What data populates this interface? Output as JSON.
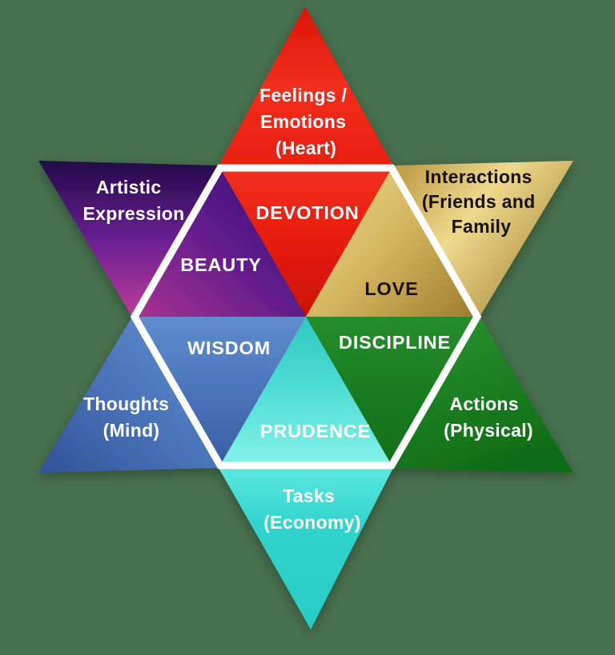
{
  "background_color": "#47704e",
  "hexagon_border_color": "#ffffff",
  "outer_triangles": [
    {
      "id": "feelings",
      "lines": [
        "Feelings /",
        "Emotions",
        "(Heart)"
      ],
      "text_color": "#ffffff",
      "gradient": {
        "start": "#da1608",
        "mid": "#f22e1c",
        "end": "#e91f10"
      }
    },
    {
      "id": "artistic-expression",
      "lines": [
        "Artistic",
        "Expression"
      ],
      "text_color": "#ffffff",
      "gradient": {
        "start": "#230949",
        "mid": "#6b2094",
        "end": "#bd3d97"
      }
    },
    {
      "id": "interactions",
      "lines": [
        "Interactions",
        "(Friends and",
        "Family"
      ],
      "text_color": "#171107",
      "gradient": {
        "start": "#c2a04a",
        "mid": "#eed98c",
        "end": "#a07e30"
      }
    },
    {
      "id": "thoughts",
      "lines": [
        "Thoughts",
        "(Mind)"
      ],
      "text_color": "#ffffff",
      "gradient": {
        "start": "#6492d3",
        "mid": "#4a74ba",
        "end": "#31539a"
      }
    },
    {
      "id": "actions",
      "lines": [
        "Actions",
        "(Physical)"
      ],
      "text_color": "#ffffff",
      "gradient": {
        "start": "#2da234",
        "mid": "#1f8b26",
        "end": "#127517"
      }
    },
    {
      "id": "tasks",
      "lines": [
        "Tasks",
        "(Economy)"
      ],
      "text_color": "#ffffff",
      "gradient": {
        "start": "#5be8de",
        "mid": "#30d4cd",
        "end": "#29cbc5"
      }
    }
  ],
  "inner_triangles": [
    {
      "id": "devotion",
      "label": "DEVOTION",
      "text_color": "#ffffff",
      "gradient": {
        "start": "#f3301e",
        "mid": "#e81d0e",
        "end": "#cc1004"
      }
    },
    {
      "id": "beauty",
      "label": "BEAUTY",
      "text_color": "#ffffff",
      "gradient": {
        "start": "#a93391",
        "mid": "#5a1a8a",
        "end": "#3a1173"
      }
    },
    {
      "id": "love",
      "label": "LOVE",
      "text_color": "#171107",
      "gradient": {
        "start": "#ecd88a",
        "mid": "#d3b55e",
        "end": "#a28030"
      }
    },
    {
      "id": "wisdom",
      "label": "WISDOM",
      "text_color": "#ffffff",
      "gradient": {
        "start": "#5f8dce",
        "mid": "#4a74ba",
        "end": "#395ea3"
      }
    },
    {
      "id": "discipline",
      "label": "DISCIPLINE",
      "text_color": "#ffffff",
      "gradient": {
        "start": "#2a9c33",
        "mid": "#1d8825",
        "end": "#15791b"
      }
    },
    {
      "id": "prudence",
      "label": "PRUDENCE",
      "text_color": "#ffffff",
      "gradient": {
        "start": "#2fc8c1",
        "mid": "#4cdcd3",
        "end": "#86f3e9"
      }
    }
  ]
}
